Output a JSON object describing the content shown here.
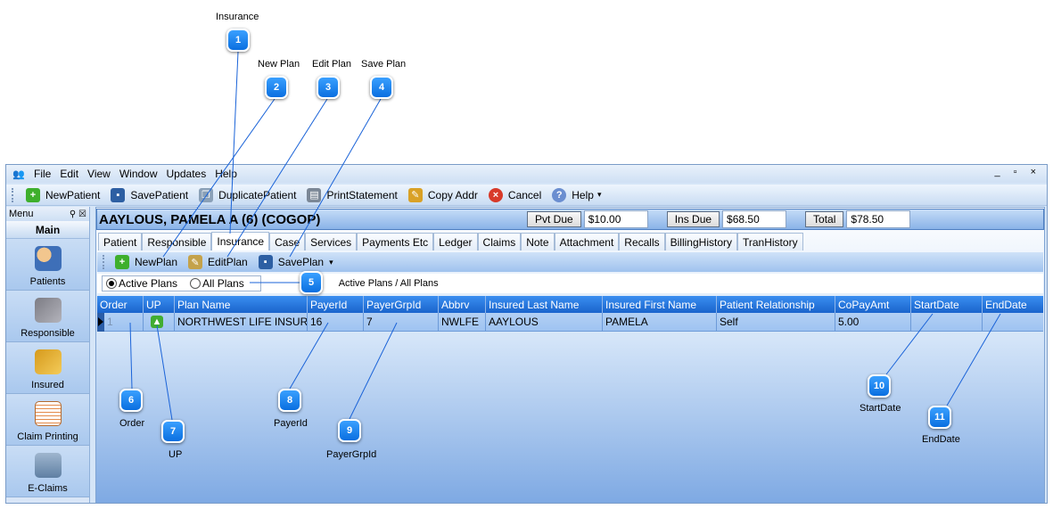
{
  "menu": {
    "items": [
      "File",
      "Edit",
      "View",
      "Window",
      "Updates",
      "Help"
    ],
    "window_controls": "_ ▫ ×"
  },
  "toolbar": {
    "new_patient": "NewPatient",
    "save_patient": "SavePatient",
    "duplicate_patient": "DuplicatePatient",
    "print_statement": "PrintStatement",
    "copy_addr": "Copy Addr",
    "cancel": "Cancel",
    "help": "Help"
  },
  "sidebar": {
    "title": "Menu",
    "section": "Main",
    "items": [
      {
        "label": "Patients",
        "icon": "patients-icon"
      },
      {
        "label": "Responsible",
        "icon": "responsible-icon"
      },
      {
        "label": "Insured",
        "icon": "insured-icon"
      },
      {
        "label": "Claim Printing",
        "icon": "claim-printing-icon"
      },
      {
        "label": "E-Claims",
        "icon": "e-claims-icon"
      }
    ]
  },
  "patient": {
    "name": "AAYLOUS, PAMELA A (6) (COGOP)",
    "pvt_due_label": "Pvt Due",
    "pvt_due": "$10.00",
    "ins_due_label": "Ins Due",
    "ins_due": "$68.50",
    "total_label": "Total",
    "total": "$78.50"
  },
  "tabs": [
    "Patient",
    "Responsible",
    "Insurance",
    "Case",
    "Services",
    "Payments Etc",
    "Ledger",
    "Claims",
    "Note",
    "Attachment",
    "Recalls",
    "BillingHistory",
    "TranHistory"
  ],
  "active_tab": "Insurance",
  "subtoolbar": {
    "new_plan": "NewPlan",
    "edit_plan": "EditPlan",
    "save_plan": "SavePlan"
  },
  "filter": {
    "active_plans": "Active Plans",
    "all_plans": "All Plans",
    "selected": "Active Plans"
  },
  "grid": {
    "columns": [
      "Order",
      "UP",
      "Plan Name",
      "PayerId",
      "PayerGrpId",
      "Abbrv",
      "Insured Last Name",
      "Insured First Name",
      "Patient Relationship",
      "CoPayAmt",
      "StartDate",
      "EndDate"
    ],
    "rows": [
      {
        "order": "1",
        "plan_name": "NORTHWEST LIFE INSUR",
        "payer_id": "16",
        "payer_grp_id": "7",
        "abbrv": "NWLFE",
        "last_name": "AAYLOUS",
        "first_name": "PAMELA",
        "relationship": "Self",
        "copay": "5.00",
        "start_date": "",
        "end_date": ""
      }
    ]
  },
  "callouts": [
    {
      "n": "1",
      "label": "Insurance"
    },
    {
      "n": "2",
      "label": "New Plan"
    },
    {
      "n": "3",
      "label": "Edit Plan"
    },
    {
      "n": "4",
      "label": "Save Plan"
    },
    {
      "n": "5",
      "label": "Active Plans / All Plans"
    },
    {
      "n": "6",
      "label": "Order"
    },
    {
      "n": "7",
      "label": "UP"
    },
    {
      "n": "8",
      "label": "PayerId"
    },
    {
      "n": "9",
      "label": "PayerGrpId"
    },
    {
      "n": "10",
      "label": "StartDate"
    },
    {
      "n": "11",
      "label": "EndDate"
    }
  ]
}
